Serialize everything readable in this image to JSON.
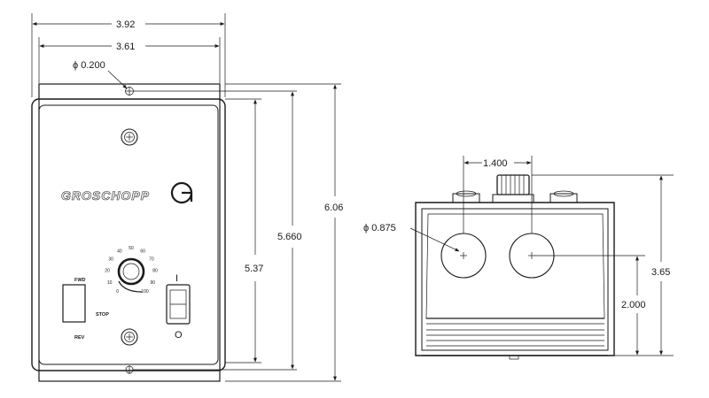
{
  "front_view": {
    "dims": {
      "overall_width": "3.92",
      "plate_width": "3.61",
      "mount_hole": "ϕ 0.200",
      "hole_spacing": "5.660",
      "plate_height": "5.37",
      "overall_height": "6.06"
    },
    "brand": "GROSCHOPP",
    "brand_logo_letter": "G",
    "dial_scale": [
      "0",
      "10",
      "20",
      "30",
      "40",
      "50",
      "60",
      "70",
      "80",
      "90",
      "100"
    ],
    "switch_labels": {
      "forward": "FWD",
      "stop": "STOP",
      "reverse": "REV"
    },
    "power_on_symbol": "I",
    "power_off_symbol": "O"
  },
  "side_view": {
    "dims": {
      "hole_spacing": "1.400",
      "knockout_diameter": "ϕ 0.875",
      "height": "3.65",
      "hole_height": "2.000"
    }
  }
}
